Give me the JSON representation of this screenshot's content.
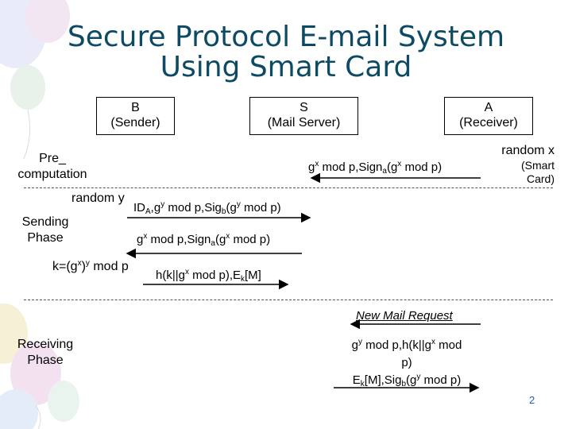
{
  "slide": {
    "title_line1": "Secure Protocol E-mail System",
    "title_line2": "Using Smart Card",
    "page_number": "2"
  },
  "entities": {
    "sender": {
      "name": "B",
      "role": "(Sender)"
    },
    "server": {
      "name": "S",
      "role": "(Mail Server)"
    },
    "receiver": {
      "name": "A",
      "role": "(Receiver)"
    }
  },
  "phases": {
    "pre_line1": "Pre_",
    "pre_line2": "computation",
    "sending_line1": "Sending",
    "sending_line2": "Phase",
    "receiving_line1": "Receiving",
    "receiving_line2": "Phase"
  },
  "notes": {
    "random_x": "random x",
    "smart_card_1": "(Smart",
    "smart_card_2": "Card)",
    "random_y": "random y",
    "key_a": "k=(g",
    "key_b": "x",
    "key_c": ")",
    "key_d": "y",
    "key_e": " mod p"
  },
  "messages": {
    "m1": {
      "a": "g",
      "b": "x",
      "c": " mod p,Sign",
      "d": "a",
      "e": "(g",
      "f": "x",
      "g": " mod p)"
    },
    "m2": {
      "a": "ID",
      "b": "A",
      "c": ",g",
      "d": "y",
      "e": " mod p,Sig",
      "f": "b",
      "g": "(g",
      "h": "y",
      "i": " mod p)"
    },
    "m3": {
      "a": "g",
      "b": "x",
      "c": " mod p,Sign",
      "d": "a",
      "e": "(g",
      "f": "x",
      "g": " mod p)"
    },
    "m4": {
      "a": "h(k||g",
      "b": "x",
      "c": " mod p),E",
      "d": "k",
      "e": "[M]"
    },
    "m5": {
      "text": "New Mail Request"
    },
    "m6": {
      "l1a": "g",
      "l1b": "y",
      "l1c": " mod p,h(k||g",
      "l1d": "x",
      "l1e": " mod",
      "l2": "p)",
      "l3a": "E",
      "l3b": "k",
      "l3c": "[M],Sig",
      "l3d": "b",
      "l3e": "(g",
      "l3f": "y",
      "l3g": " mod p)"
    }
  }
}
